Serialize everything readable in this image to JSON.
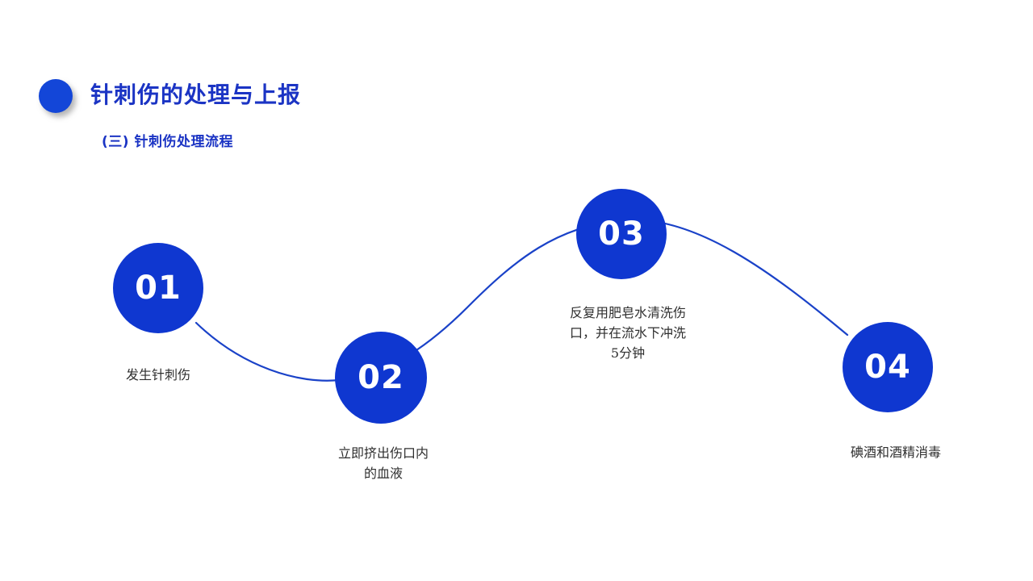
{
  "slide": {
    "background_color": "#ffffff",
    "accent_color": "#0f37d0",
    "title_color": "#1b34c4",
    "caption_color": "#2f2f2f"
  },
  "header": {
    "bullet_icon": "filled-circle-icon",
    "title": "针刺伤的处理与上报"
  },
  "subtitle": {
    "text": "(三) 针刺伤处理流程"
  },
  "flow": {
    "connector_color": "#1a42c8",
    "nodes": [
      {
        "number": "01",
        "caption": "发生针刺伤"
      },
      {
        "number": "02",
        "caption": "立即挤出伤口内\n的血液"
      },
      {
        "number": "03",
        "caption": "反复用肥皂水清洗伤\n口，并在流水下冲洗\n5分钟"
      },
      {
        "number": "04",
        "caption": "碘酒和酒精消毒"
      }
    ]
  }
}
